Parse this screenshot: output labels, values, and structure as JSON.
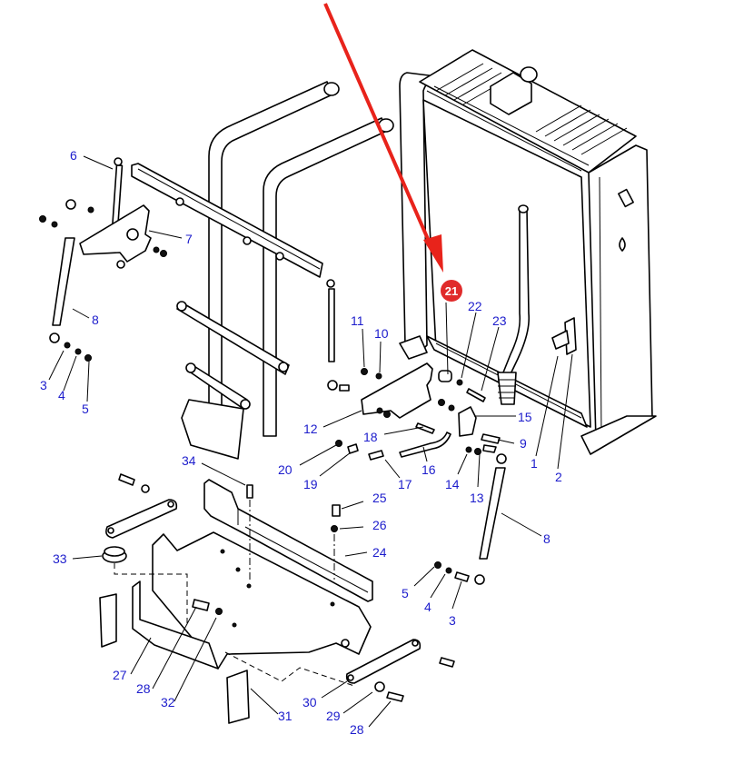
{
  "diagram": {
    "title": "Radiator frame / support bracket exploded parts diagram",
    "highlight": {
      "part_number": "21",
      "badge_color": "#e02b2b",
      "arrow_color": "#e8231b"
    },
    "callout_color": "#1d1dcc",
    "callouts": [
      {
        "id": "c6",
        "label": "6"
      },
      {
        "id": "c7",
        "label": "7"
      },
      {
        "id": "c8a",
        "label": "8"
      },
      {
        "id": "c3a",
        "label": "3"
      },
      {
        "id": "c4a",
        "label": "4"
      },
      {
        "id": "c5a",
        "label": "5"
      },
      {
        "id": "c11",
        "label": "11"
      },
      {
        "id": "c10",
        "label": "10"
      },
      {
        "id": "c22",
        "label": "22"
      },
      {
        "id": "c23",
        "label": "23"
      },
      {
        "id": "c12",
        "label": "12"
      },
      {
        "id": "c18",
        "label": "18"
      },
      {
        "id": "c15",
        "label": "15"
      },
      {
        "id": "c9",
        "label": "9"
      },
      {
        "id": "c1",
        "label": "1"
      },
      {
        "id": "c2",
        "label": "2"
      },
      {
        "id": "c20",
        "label": "20"
      },
      {
        "id": "c19",
        "label": "19"
      },
      {
        "id": "c16",
        "label": "16"
      },
      {
        "id": "c17",
        "label": "17"
      },
      {
        "id": "c14",
        "label": "14"
      },
      {
        "id": "c13",
        "label": "13"
      },
      {
        "id": "c34",
        "label": "34"
      },
      {
        "id": "c25",
        "label": "25"
      },
      {
        "id": "c26",
        "label": "26"
      },
      {
        "id": "c24",
        "label": "24"
      },
      {
        "id": "c8b",
        "label": "8"
      },
      {
        "id": "c33",
        "label": "33"
      },
      {
        "id": "c5b",
        "label": "5"
      },
      {
        "id": "c4b",
        "label": "4"
      },
      {
        "id": "c3b",
        "label": "3"
      },
      {
        "id": "c27",
        "label": "27"
      },
      {
        "id": "c28a",
        "label": "28"
      },
      {
        "id": "c32",
        "label": "32"
      },
      {
        "id": "c31",
        "label": "31"
      },
      {
        "id": "c30",
        "label": "30"
      },
      {
        "id": "c29",
        "label": "29"
      },
      {
        "id": "c28b",
        "label": "28"
      }
    ]
  }
}
